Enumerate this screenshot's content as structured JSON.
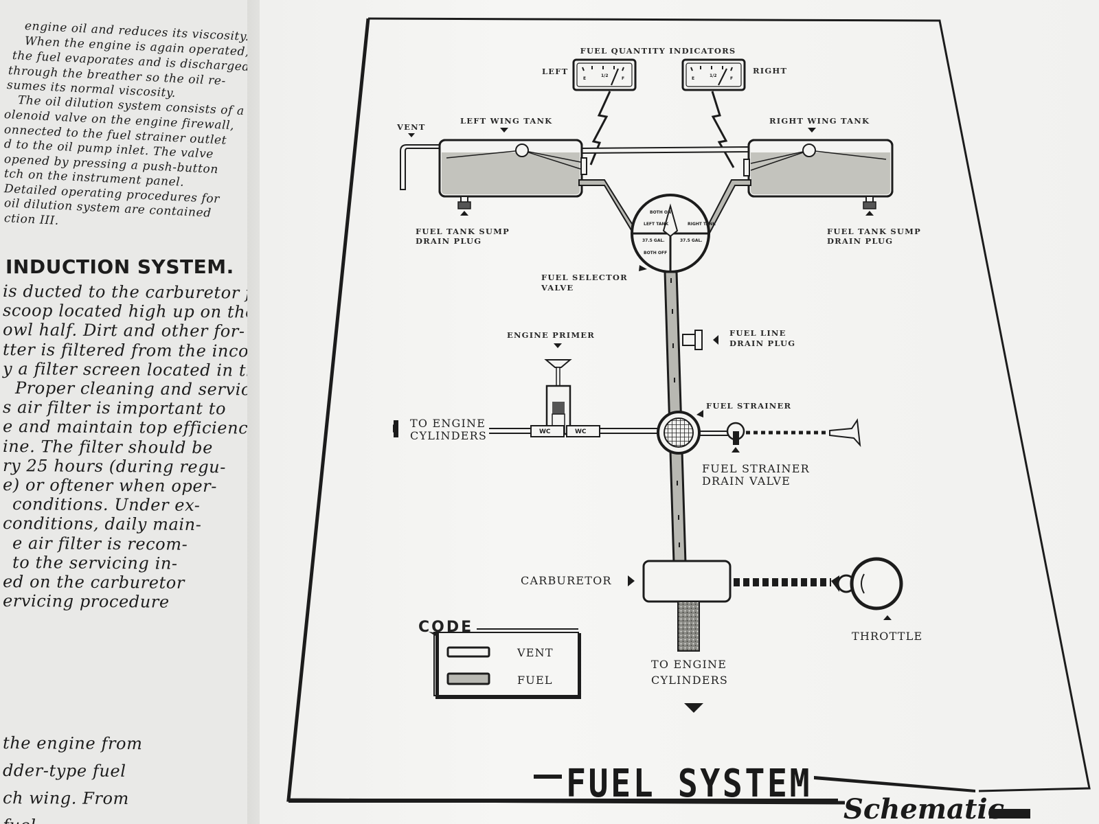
{
  "left_page": {
    "top_lines": [
      "engine oil and reduces its viscosity.",
      "When the engine is again operated,",
      "the fuel evaporates and is discharged",
      "through the breather so the oil re-",
      "sumes its normal viscosity.",
      "The oil dilution system consists of a",
      "olenoid valve on the engine firewall,",
      "onnected to the fuel strainer outlet",
      "d to the oil pump inlet. The valve",
      "opened by pressing a push-button",
      "tch on the instrument panel.",
      "Detailed operating procedures for",
      "oil dilution system are contained",
      "ction III."
    ],
    "heading": "INDUCTION SYSTEM.",
    "body_lines": [
      "is ducted to the carburetor from",
      "scoop located high up on the",
      "owl half. Dirt and other for-",
      "tter is filtered from the incom-",
      "y a filter screen located in the",
      "Proper cleaning and servic-",
      "s air filter is important to",
      "e and maintain top efficiency",
      "ine. The filter should be",
      "ry 25 hours (during regu-",
      "e) or oftener when oper-",
      "conditions. Under ex-",
      "conditions, daily main-",
      "e air filter is recom-",
      "to the servicing in-",
      "ed on the carburetor",
      "ervicing procedure"
    ],
    "bottom_lines": [
      "the engine from",
      "dder-type fuel",
      "ch wing. From",
      "fuel"
    ]
  },
  "schematic": {
    "fuel_quantity_indicators": "FUEL QUANTITY INDICATORS",
    "left": "LEFT",
    "right": "RIGHT",
    "gauge_marks": [
      "E",
      "1/2",
      "F"
    ],
    "vent": "VENT",
    "left_wing_tank": "LEFT WING TANK",
    "right_wing_tank": "RIGHT WING TANK",
    "fuel_tank_sump_drain_plug": [
      "FUEL TANK SUMP",
      "DRAIN PLUG"
    ],
    "selector_positions": [
      "BOTH ON",
      "LEFT TANK",
      "RIGHT TANK",
      "37.5 GAL.",
      "BOTH OFF",
      "37.5 GAL."
    ],
    "fuel_selector_valve": [
      "FUEL SELECTOR",
      "VALVE"
    ],
    "engine_primer": "ENGINE PRIMER",
    "fuel_line_drain_plug": [
      "FUEL LINE",
      "DRAIN PLUG"
    ],
    "fuel_strainer": "FUEL STRAINER",
    "to_engine_cylinders": [
      "TO ENGINE",
      "CYLINDERS"
    ],
    "primer_valve_label": "WC",
    "fuel_strainer_drain_valve": [
      "FUEL STRAINER",
      "DRAIN VALVE"
    ],
    "carburetor": "CARBURETOR",
    "throttle": "THROTTLE",
    "code": {
      "title": "CODE",
      "vent": "VENT",
      "fuel": "FUEL"
    },
    "title": "FUEL SYSTEM",
    "subtitle": "Schematic"
  },
  "colors": {
    "ink": "#1c1c1c",
    "fuel_fill": "#b8b8b2",
    "page": "#f4f4f2",
    "background": "#5f5e58"
  }
}
